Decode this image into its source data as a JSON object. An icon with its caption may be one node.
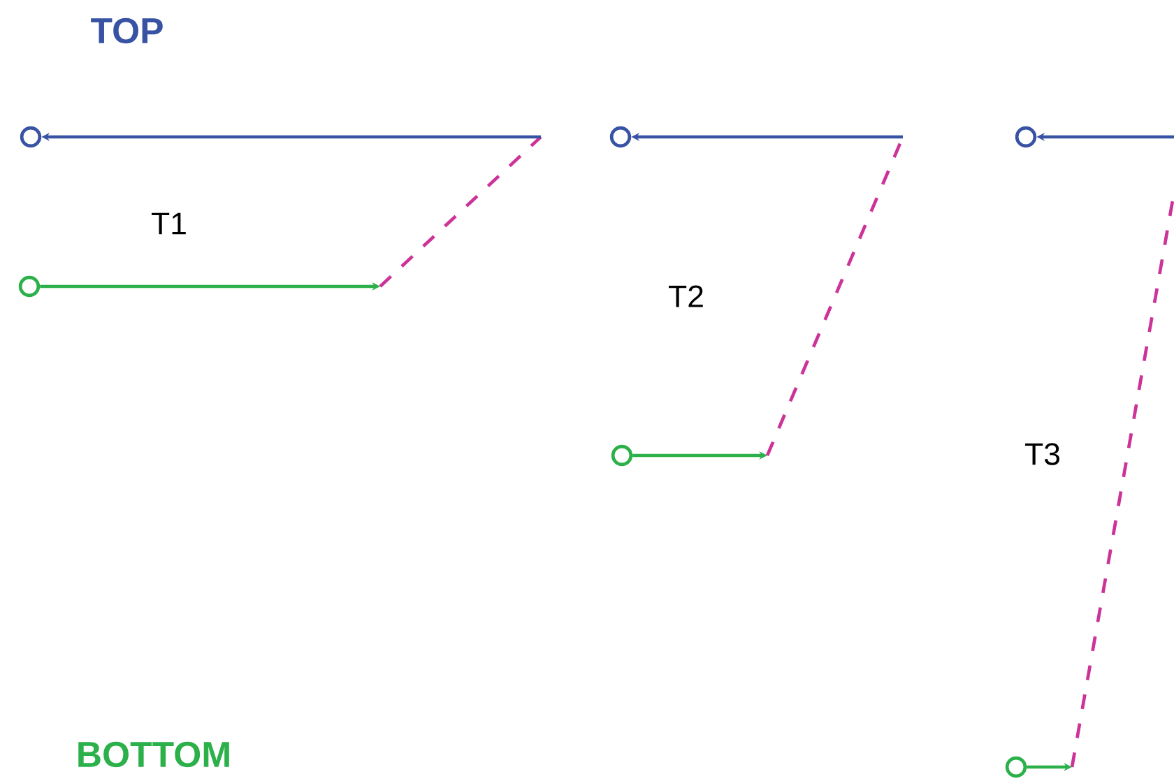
{
  "diagram": {
    "nodes": [
      {
        "text": [],
        "shape": "circle"
      },
      {
        "text": [],
        "shape": "circle"
      },
      {
        "text": [],
        "shape": "circle"
      },
      {
        "text": [],
        "shape": "circle"
      },
      {
        "text": [],
        "shape": "circle"
      },
      {
        "text": [],
        "shape": "circle"
      }
    ],
    "edges": [
      {
        "from": null,
        "to": 0,
        "arrow": "to",
        "color": "#3953a4"
      },
      {
        "from": 1,
        "to": null,
        "arrow": "to",
        "color": "#2bb04a"
      },
      {
        "from": null,
        "to": 2,
        "arrow": "to",
        "color": "#3953a4"
      },
      {
        "from": 3,
        "to": null,
        "arrow": "to",
        "color": "#2bb04a"
      },
      {
        "from": null,
        "to": 4,
        "arrow": "to",
        "color": "#3953a4"
      },
      {
        "from": 5,
        "to": null,
        "arrow": "to",
        "color": "#2bb04a"
      }
    ],
    "labels": [
      "TOP",
      "T1",
      "T2",
      "T3",
      "BOTTOM"
    ]
  }
}
